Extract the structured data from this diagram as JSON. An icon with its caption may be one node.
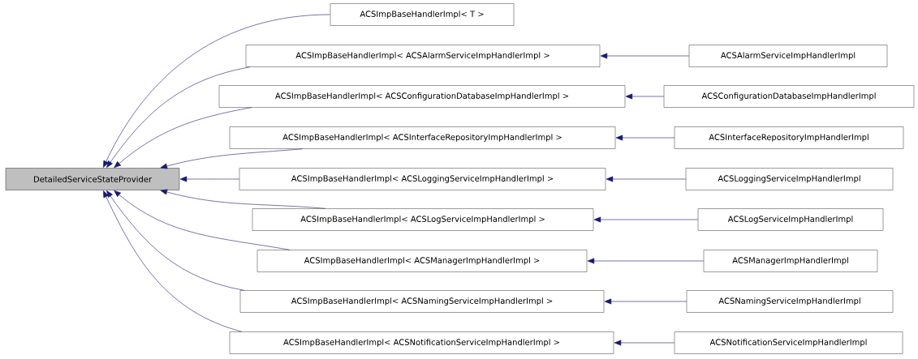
{
  "diagram": {
    "nodes": [
      {
        "text": [
          "DetailedServiceStateProvider"
        ]
      },
      {
        "text": [
          "ACSImpBaseHandlerImpl< T >"
        ]
      },
      {
        "text": [
          "ACSImpBaseHandlerImpl< ACSAlarmServiceImpHandlerImpl >"
        ]
      },
      {
        "text": [
          "ACSAlarmServiceImpHandlerImpl"
        ]
      },
      {
        "text": [
          "ACSImpBaseHandlerImpl< ACSConfigurationDatabaseImpHandlerImpl >"
        ]
      },
      {
        "text": [
          "ACSConfigurationDatabaseImpHandlerImpl"
        ]
      },
      {
        "text": [
          "ACSImpBaseHandlerImpl< ACSInterfaceRepositoryImpHandlerImpl >"
        ]
      },
      {
        "text": [
          "ACSInterfaceRepositoryImpHandlerImpl"
        ]
      },
      {
        "text": [
          "ACSImpBaseHandlerImpl< ACSLoggingServiceImpHandlerImpl >"
        ]
      },
      {
        "text": [
          "ACSLoggingServiceImpHandlerImpl"
        ]
      },
      {
        "text": [
          "ACSImpBaseHandlerImpl< ACSLogServiceImpHandlerImpl >"
        ]
      },
      {
        "text": [
          "ACSLogServiceImpHandlerImpl"
        ]
      },
      {
        "text": [
          "ACSImpBaseHandlerImpl< ACSManagerImpHandlerImpl >"
        ]
      },
      {
        "text": [
          "ACSManagerImpHandlerImpl"
        ]
      },
      {
        "text": [
          "ACSImpBaseHandlerImpl< ACSNamingServiceImpHandlerImpl >"
        ]
      },
      {
        "text": [
          "ACSNamingServiceImpHandlerImpl"
        ]
      },
      {
        "text": [
          "ACSImpBaseHandlerImpl< ACSNotificationServiceImpHandlerImpl >"
        ]
      },
      {
        "text": [
          "ACSNotificationServiceImpHandlerImpl"
        ]
      }
    ],
    "edges": [
      {
        "from": 1,
        "to": 0,
        "arrow": "to"
      },
      {
        "from": 2,
        "to": 0,
        "arrow": "to"
      },
      {
        "from": 3,
        "to": 2,
        "arrow": "to"
      },
      {
        "from": 4,
        "to": 0,
        "arrow": "to"
      },
      {
        "from": 5,
        "to": 4,
        "arrow": "to"
      },
      {
        "from": 6,
        "to": 0,
        "arrow": "to"
      },
      {
        "from": 7,
        "to": 6,
        "arrow": "to"
      },
      {
        "from": 8,
        "to": 0,
        "arrow": "to"
      },
      {
        "from": 9,
        "to": 8,
        "arrow": "to"
      },
      {
        "from": 10,
        "to": 0,
        "arrow": "to"
      },
      {
        "from": 11,
        "to": 10,
        "arrow": "to"
      },
      {
        "from": 12,
        "to": 0,
        "arrow": "to"
      },
      {
        "from": 13,
        "to": 12,
        "arrow": "to"
      },
      {
        "from": 14,
        "to": 0,
        "arrow": "to"
      },
      {
        "from": 15,
        "to": 14,
        "arrow": "to"
      },
      {
        "from": 16,
        "to": 0,
        "arrow": "to"
      },
      {
        "from": 17,
        "to": 16,
        "arrow": "to"
      }
    ]
  }
}
